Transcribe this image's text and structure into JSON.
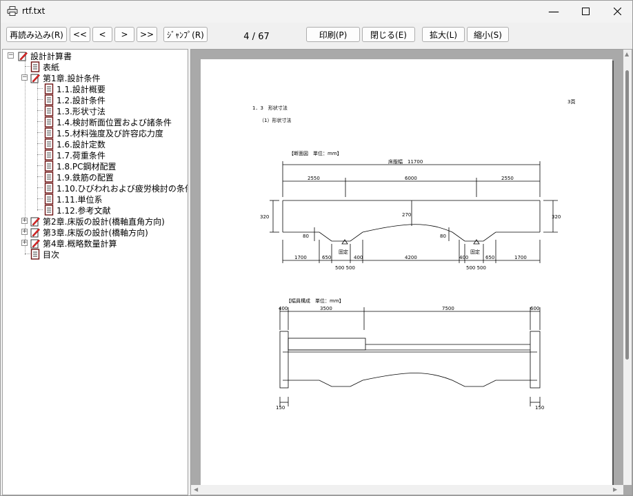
{
  "window": {
    "title": "rtf.txt"
  },
  "toolbar": {
    "reload": "再読み込み(R)",
    "first": "<<",
    "prev": "<",
    "next": ">",
    "last": ">>",
    "jump": "ｼﾞｬﾝﾌﾟ(R)",
    "page_current": "4",
    "page_sep": "/",
    "page_total": "67",
    "print": "印刷(P)",
    "close": "閉じる(E)",
    "zoom_in": "拡大(L)",
    "zoom_out": "縮小(S)"
  },
  "tree": {
    "root": "設計計算書",
    "cover": "表紙",
    "ch1": "第1章.設計条件",
    "ch1_items": [
      "1.1.設計概要",
      "1.2.設計条件",
      "1.3.形状寸法",
      "1.4.検討断面位置および諸条件",
      "1.5.材料強度及び許容応力度",
      "1.6.設計定数",
      "1.7.荷重条件",
      "1.8.PC鋼材配置",
      "1.9.鉄筋の配置",
      "1.10.ひびわれおよび疲労検討の条件",
      "1.11.単位系",
      "1.12.参考文献"
    ],
    "ch2": "第2章.床版の設計(橋軸直角方向)",
    "ch3": "第3章.床版の設計(橋軸方向)",
    "ch4": "第4章.概略数量計算",
    "toc": "目次"
  },
  "document": {
    "page_label": "3頁",
    "section": "1．3　形状寸法",
    "subsection": "（1）形状寸法",
    "fig1_title": "【断面図　単位：mm】",
    "fig1_total": "床版幅　11700",
    "fig1_dims_top": [
      "2550",
      "6000",
      "2550"
    ],
    "fig1_height_left": "320",
    "fig1_height_right": "320",
    "fig1_center_depth": "270",
    "fig1_side_depth_left": "80",
    "fig1_side_depth_right": "80",
    "fig1_support_left": "固定",
    "fig1_support_right": "固定",
    "fig1_dims_bottom": [
      "1700",
      "650",
      "400",
      "4200",
      "400",
      "650",
      "1700"
    ],
    "fig1_bearing_left": "500 500",
    "fig1_bearing_right": "500 500",
    "fig2_title": "【幅員構成　単位：mm】",
    "fig2_dims_top": [
      "400",
      "3500",
      "7500",
      "600"
    ],
    "fig2_dim_left": "150",
    "fig2_dim_right": "150"
  }
}
